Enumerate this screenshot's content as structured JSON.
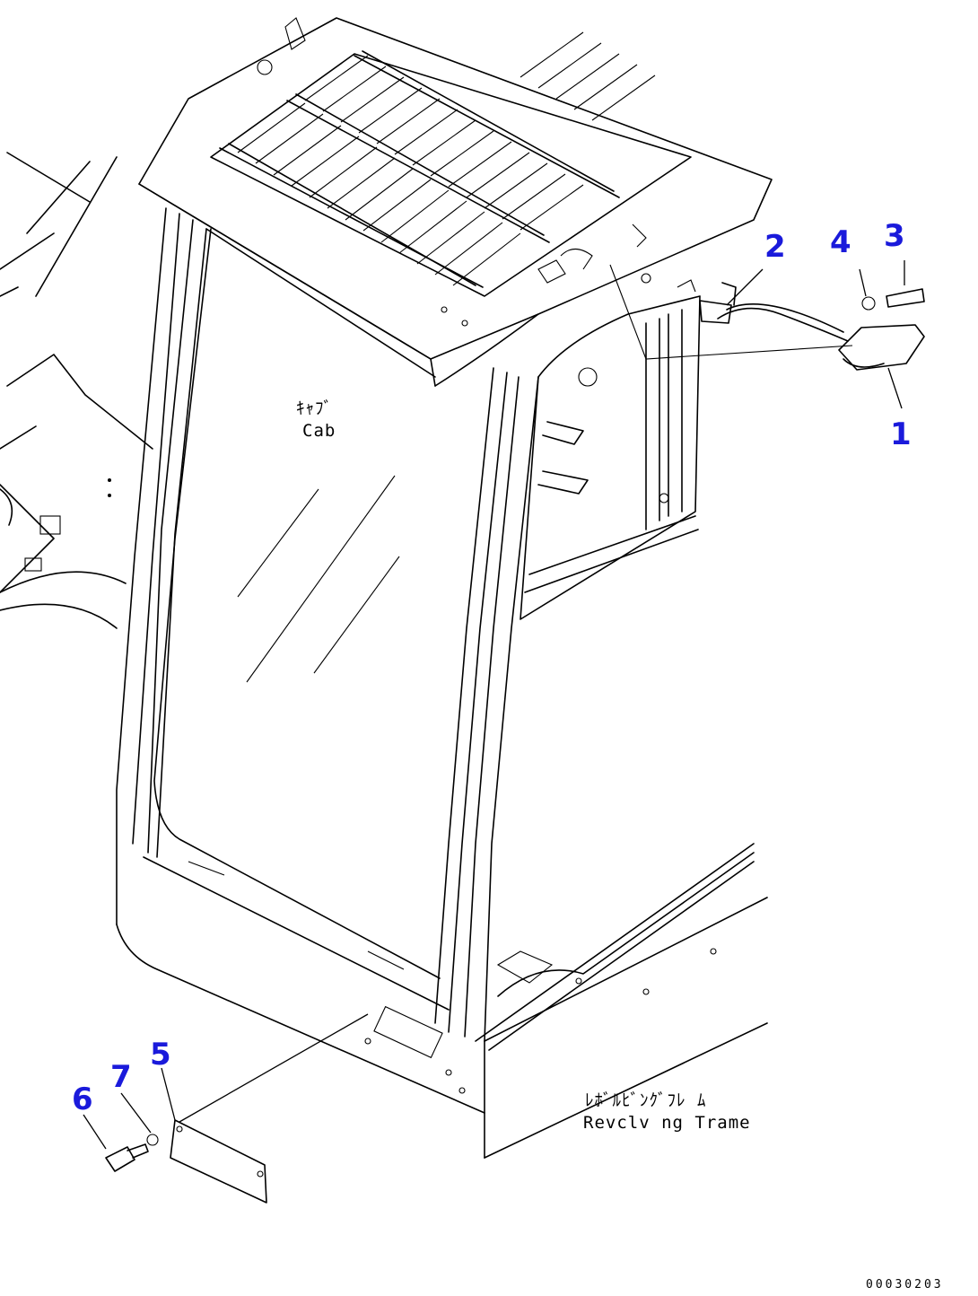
{
  "colors": {
    "callout": "#1a1adb",
    "line": "#000000",
    "background": "#ffffff"
  },
  "labels": {
    "cab_jp": "ｷｬﾌﾞ",
    "cab_en": "Cab",
    "frame_jp": "ﾚﾎﾞﾙﾋﾞﾝｸﾞﾌﾚ ﾑ",
    "frame_en": "Revclv ng Trame"
  },
  "callouts": [
    "1",
    "2",
    "3",
    "4",
    "5",
    "6",
    "7"
  ],
  "drawing_code": "00030203"
}
